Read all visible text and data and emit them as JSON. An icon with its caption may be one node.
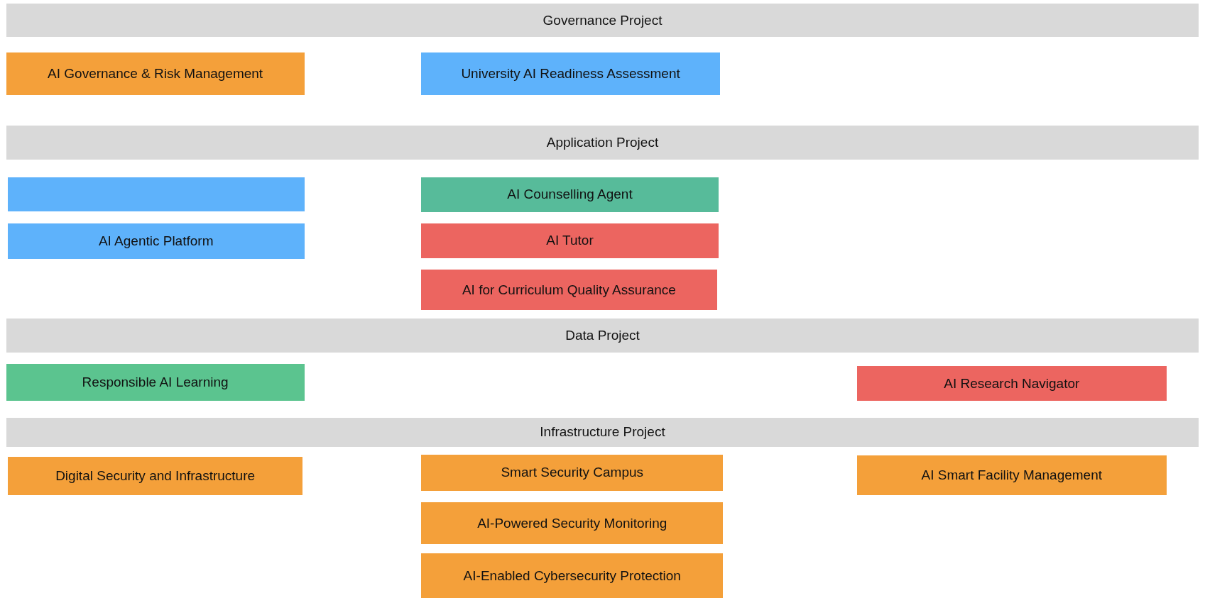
{
  "diagram": {
    "nodes": [
      {
        "text": [
          "Governance Project"
        ]
      },
      {
        "text": [
          "AI Governance & Risk Management"
        ]
      },
      {
        "text": [
          "University AI Readiness Assessment"
        ]
      },
      {
        "text": [
          "Application Project"
        ]
      },
      {
        "text": [],
        "shape": "box"
      },
      {
        "text": [
          "AI Counselling Agent"
        ]
      },
      {
        "text": [
          "AI Agentic Platform"
        ]
      },
      {
        "text": [
          "AI Tutor"
        ]
      },
      {
        "text": [
          "AI for Curriculum Quality Assurance"
        ]
      },
      {
        "text": [
          "Data Project"
        ]
      },
      {
        "text": [
          "Responsible AI Learning"
        ]
      },
      {
        "text": [
          "AI Research Navigator"
        ]
      },
      {
        "text": [
          "Infrastructure Project"
        ]
      },
      {
        "text": [
          "Digital Security and Infrastructure"
        ]
      },
      {
        "text": [
          "Smart Security Campus"
        ]
      },
      {
        "text": [
          "AI Smart Facility Management"
        ]
      },
      {
        "text": [
          "AI-Powered Security Monitoring"
        ]
      },
      {
        "text": [
          "AI-Enabled Cybersecurity Protection"
        ]
      }
    ]
  }
}
